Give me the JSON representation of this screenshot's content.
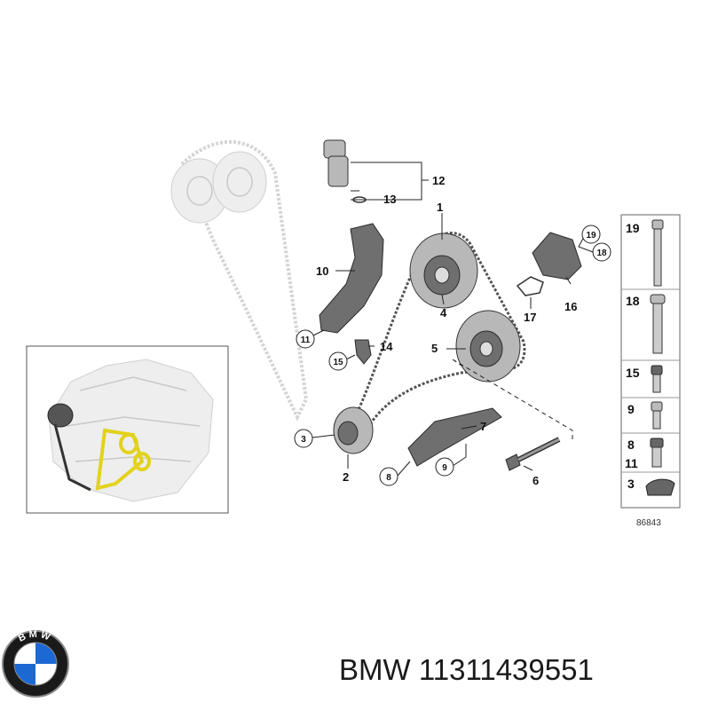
{
  "callouts": {
    "c1": "1",
    "c2": "2",
    "c3": "3",
    "c4": "4",
    "c5": "5",
    "c6": "6",
    "c7": "7",
    "c8": "8",
    "c9": "9",
    "c10": "10",
    "c11": "11",
    "c12": "12",
    "c13": "13",
    "c14": "14",
    "c15": "15",
    "c16": "16",
    "c17": "17",
    "c18": "18",
    "c19": "19"
  },
  "side_panel": {
    "r19": "19",
    "r18": "18",
    "r15": "15",
    "r9": "9",
    "r8": "8",
    "r11": "11",
    "r3": "3"
  },
  "diagram_code": "86843",
  "logo": {
    "brand_text": "BMW",
    "colors": [
      "#1c69d4",
      "#ffffff",
      "#000000"
    ]
  },
  "caption": {
    "brand": "BMW",
    "part_number": "11311439551"
  },
  "colors": {
    "highlight": "#e3d21c",
    "parts": "#6f6f6f"
  }
}
